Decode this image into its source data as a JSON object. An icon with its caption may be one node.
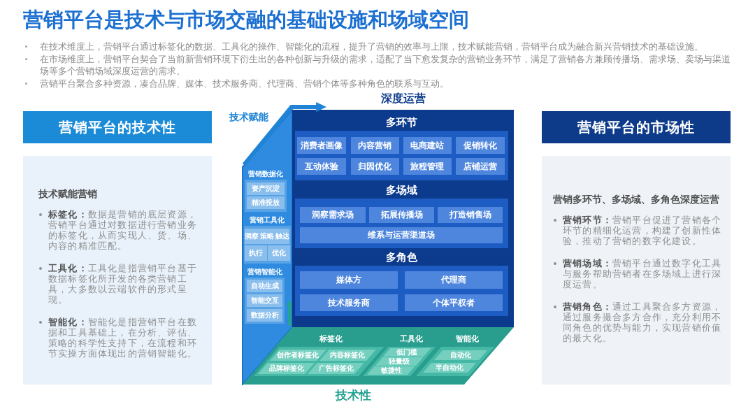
{
  "diagram": {
    "title": "营销平台是技术与市场交融的基础设施和场域空间",
    "nodes": [
      {
        "text": [
          "营销平台的技术性"
        ]
      },
      {
        "text": [
          "技术赋能营销",
          "**标签化：**数据是营销的底层资源，营销平台通过对数据进行营销业务的标签化，从而实现人、货、场、内容的精准匹配。",
          "**工具化：**工具化是指营销平台基于数据标签化所开发的各类营销工具，大多数以云端软件的形式呈现。",
          "**智能化：**智能化是指营销平台在数据和工具基础上，在分析、评估、策略的科学性支持下，在流程和环节实操方面体现出的营销智能化。"
        ]
      },
      {
        "text": [],
        "shape": "parallelogram"
      },
      {
        "text": [
          "营销数据化"
        ],
        "in": 2
      },
      {
        "text": [
          "资产沉淀"
        ],
        "in": 3
      },
      {
        "text": [
          "精准投放"
        ],
        "in": 3
      },
      {
        "text": [
          "营销工具化"
        ],
        "in": 2
      },
      {
        "text": [
          "洞察"
        ],
        "in": 6
      },
      {
        "text": [
          "策略"
        ],
        "in": 6
      },
      {
        "text": [
          "触达"
        ],
        "in": 6
      },
      {
        "text": [
          "执行"
        ],
        "in": 6
      },
      {
        "text": [
          "优化"
        ],
        "in": 6
      },
      {
        "text": [
          "营销智能化"
        ],
        "in": 2
      },
      {
        "text": [
          "自动生成"
        ],
        "in": 12
      },
      {
        "text": [
          "智能交互"
        ],
        "in": 12
      },
      {
        "text": [
          "数据分析"
        ],
        "in": 12
      },
      {
        "text": [
          "深度运营"
        ]
      },
      {
        "text": [
          "多环节"
        ],
        "in": 16
      },
      {
        "text": [
          "消费者画像"
        ],
        "in": 17
      },
      {
        "text": [
          "内容营销"
        ],
        "in": 17
      },
      {
        "text": [
          "电商建站"
        ],
        "in": 17
      },
      {
        "text": [
          "促销转化"
        ],
        "in": 17
      },
      {
        "text": [
          "互动体验"
        ],
        "in": 17
      },
      {
        "text": [
          "归因优化"
        ],
        "in": 17
      },
      {
        "text": [
          "旅程管理"
        ],
        "in": 17
      },
      {
        "text": [
          "店铺运营"
        ],
        "in": 17
      },
      {
        "text": [
          "多场域"
        ],
        "in": 16
      },
      {
        "text": [
          "洞察需求场"
        ],
        "in": 26
      },
      {
        "text": [
          "拓展传播场"
        ],
        "in": 26
      },
      {
        "text": [
          "打造销售场"
        ],
        "in": 26
      },
      {
        "text": [
          "维系与运营渠道场"
        ],
        "in": 26
      },
      {
        "text": [
          "多角色"
        ],
        "in": 16
      },
      {
        "text": [
          "媒体方"
        ],
        "in": 31
      },
      {
        "text": [
          "代理商"
        ],
        "in": 31
      },
      {
        "text": [
          "技术服务商"
        ],
        "in": 31
      },
      {
        "text": [
          "个体平权者"
        ],
        "in": 31
      },
      {
        "text": [
          "技术性"
        ]
      },
      {
        "text": [
          "标签化"
        ],
        "in": 36
      },
      {
        "text": [
          "创作者标签化"
        ],
        "in": 37
      },
      {
        "text": [
          "内容标签化"
        ],
        "in": 37
      },
      {
        "text": [
          "品牌标签化"
        ],
        "in": 37
      },
      {
        "text": [
          "广告标签化"
        ],
        "in": 37
      },
      {
        "text": [
          "工具化"
        ],
        "in": 36
      },
      {
        "text": [
          "低门槛"
        ],
        "in": 42
      },
      {
        "text": [
          "轻量级"
        ],
        "in": 42
      },
      {
        "text": [
          "敏捷性"
        ],
        "in": 42
      },
      {
        "text": [
          "智能化"
        ],
        "in": 36
      },
      {
        "text": [
          "自动化"
        ],
        "in": 46
      },
      {
        "text": [
          "半自动化"
        ],
        "in": 46
      },
      {
        "text": [
          "营销平台的市场性"
        ]
      },
      {
        "text": [
          "营销多环节、多场域、多角色深度运营",
          "**营销环节：**营销平台促进了营销各个环节的精细化运营，构建了创新性体验，推动了营销的数字化建设。",
          "**营销场域：**营销平台通过数字化工具与服务帮助营销者在多场域上进行深度运营。",
          "**营销角色：**通过工具聚合多方资源，通过服务撮合多方合作，充分利用不同角色的优势与能力，实现营销价值的最大化。"
        ]
      }
    ],
    "edges": [
      {
        "from": 2,
        "to": 16,
        "arrow": "to",
        "label": "技术赋能"
      }
    ],
    "labels": [
      "在技术维度上，营销平台通过标签化的数据、工具化的操作、智能化的流程，提升了营销的效率与上限，技术赋能营销，营销平台成为融合新兴营销技术的基础设施。",
      "在市场维度上，营销平台契合了当前新营销环境下衍生出的各种创新与升级的需求，适配了当下愈发复杂的营销业务环节，满足了营销各方兼顾传播场、需求场、卖场与渠道场等多个营销场域深度运营的需求。",
      "营销平台聚合多种资源，凑合品牌、媒体、技术服务商、代理商、营销个体等多种角色的联系与互动。"
    ]
  }
}
